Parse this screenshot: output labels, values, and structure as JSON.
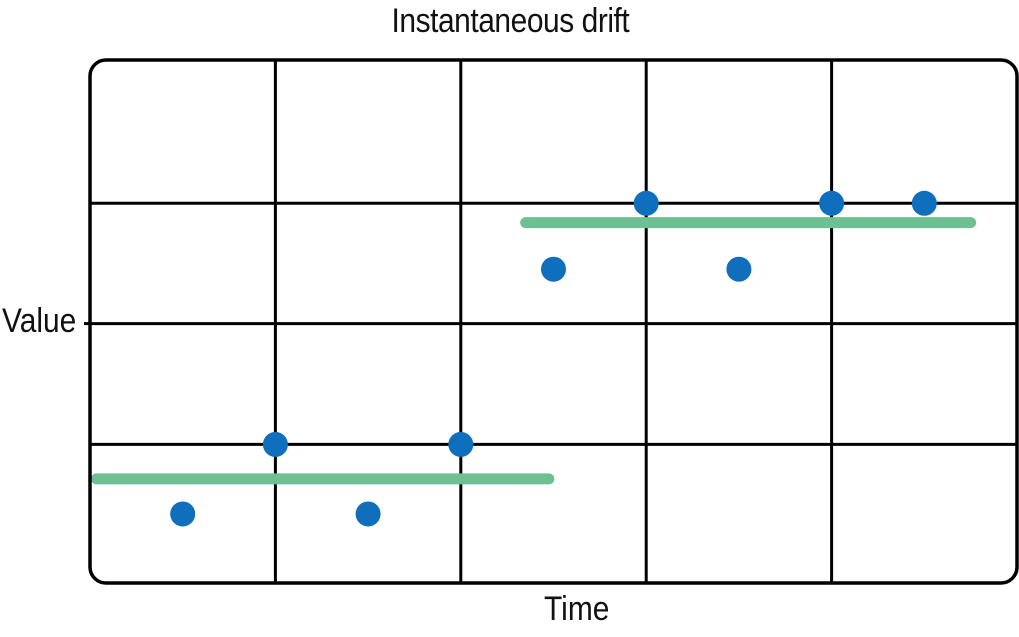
{
  "chart_data": {
    "type": "scatter",
    "title": "Instantaneous drift",
    "xlabel": "Time",
    "ylabel": "Value",
    "xlim": [
      0,
      10
    ],
    "ylim": [
      0,
      10
    ],
    "grid": true,
    "x_ticks": [
      2,
      4,
      6,
      8
    ],
    "y_ticks": [
      2.65,
      4.96,
      7.26
    ],
    "series": [
      {
        "points": [
          {
            "x": 1,
            "y": 1.32
          },
          {
            "x": 2,
            "y": 2.65
          },
          {
            "x": 3,
            "y": 1.32
          },
          {
            "x": 4,
            "y": 2.65
          },
          {
            "x": 5,
            "y": 6.0
          },
          {
            "x": 6,
            "y": 7.26
          },
          {
            "x": 7,
            "y": 6.0
          },
          {
            "x": 8,
            "y": 7.26
          },
          {
            "x": 9,
            "y": 7.26
          }
        ]
      }
    ],
    "mean_lines": [
      {
        "x_start": 0.07,
        "x_end": 4.95,
        "y": 1.99
      },
      {
        "x_start": 4.7,
        "x_end": 9.5,
        "y": 6.89
      }
    ],
    "colors": {
      "point": "#0f6fbd",
      "mean_line": "#6cc091",
      "grid": "#000000",
      "frame": "#000000"
    }
  }
}
